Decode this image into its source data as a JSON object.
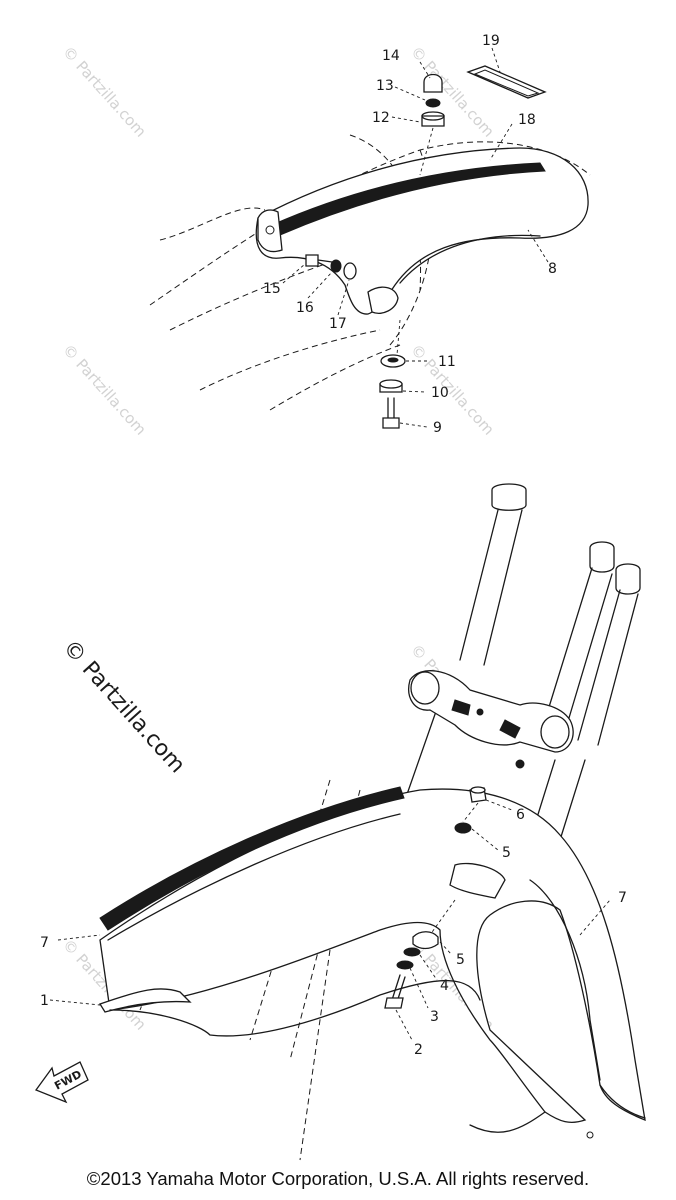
{
  "watermark": {
    "primary": "© Partzilla.com",
    "faint": "© Partzilla.com"
  },
  "fwd_label": "FWD",
  "callouts": {
    "c1": "1",
    "c2": "2",
    "c3": "3",
    "c4": "4",
    "c5a": "5",
    "c5b": "5",
    "c6": "6",
    "c7a": "7",
    "c7b": "7",
    "c8": "8",
    "c9": "9",
    "c10": "10",
    "c11": "11",
    "c12": "12",
    "c13": "13",
    "c14": "14",
    "c15": "15",
    "c16": "16",
    "c17": "17",
    "c18": "18",
    "c19": "19"
  },
  "footer": {
    "copyright": "©2013 Yamaha Motor Corporation, U.S.A. All rights reserved."
  }
}
